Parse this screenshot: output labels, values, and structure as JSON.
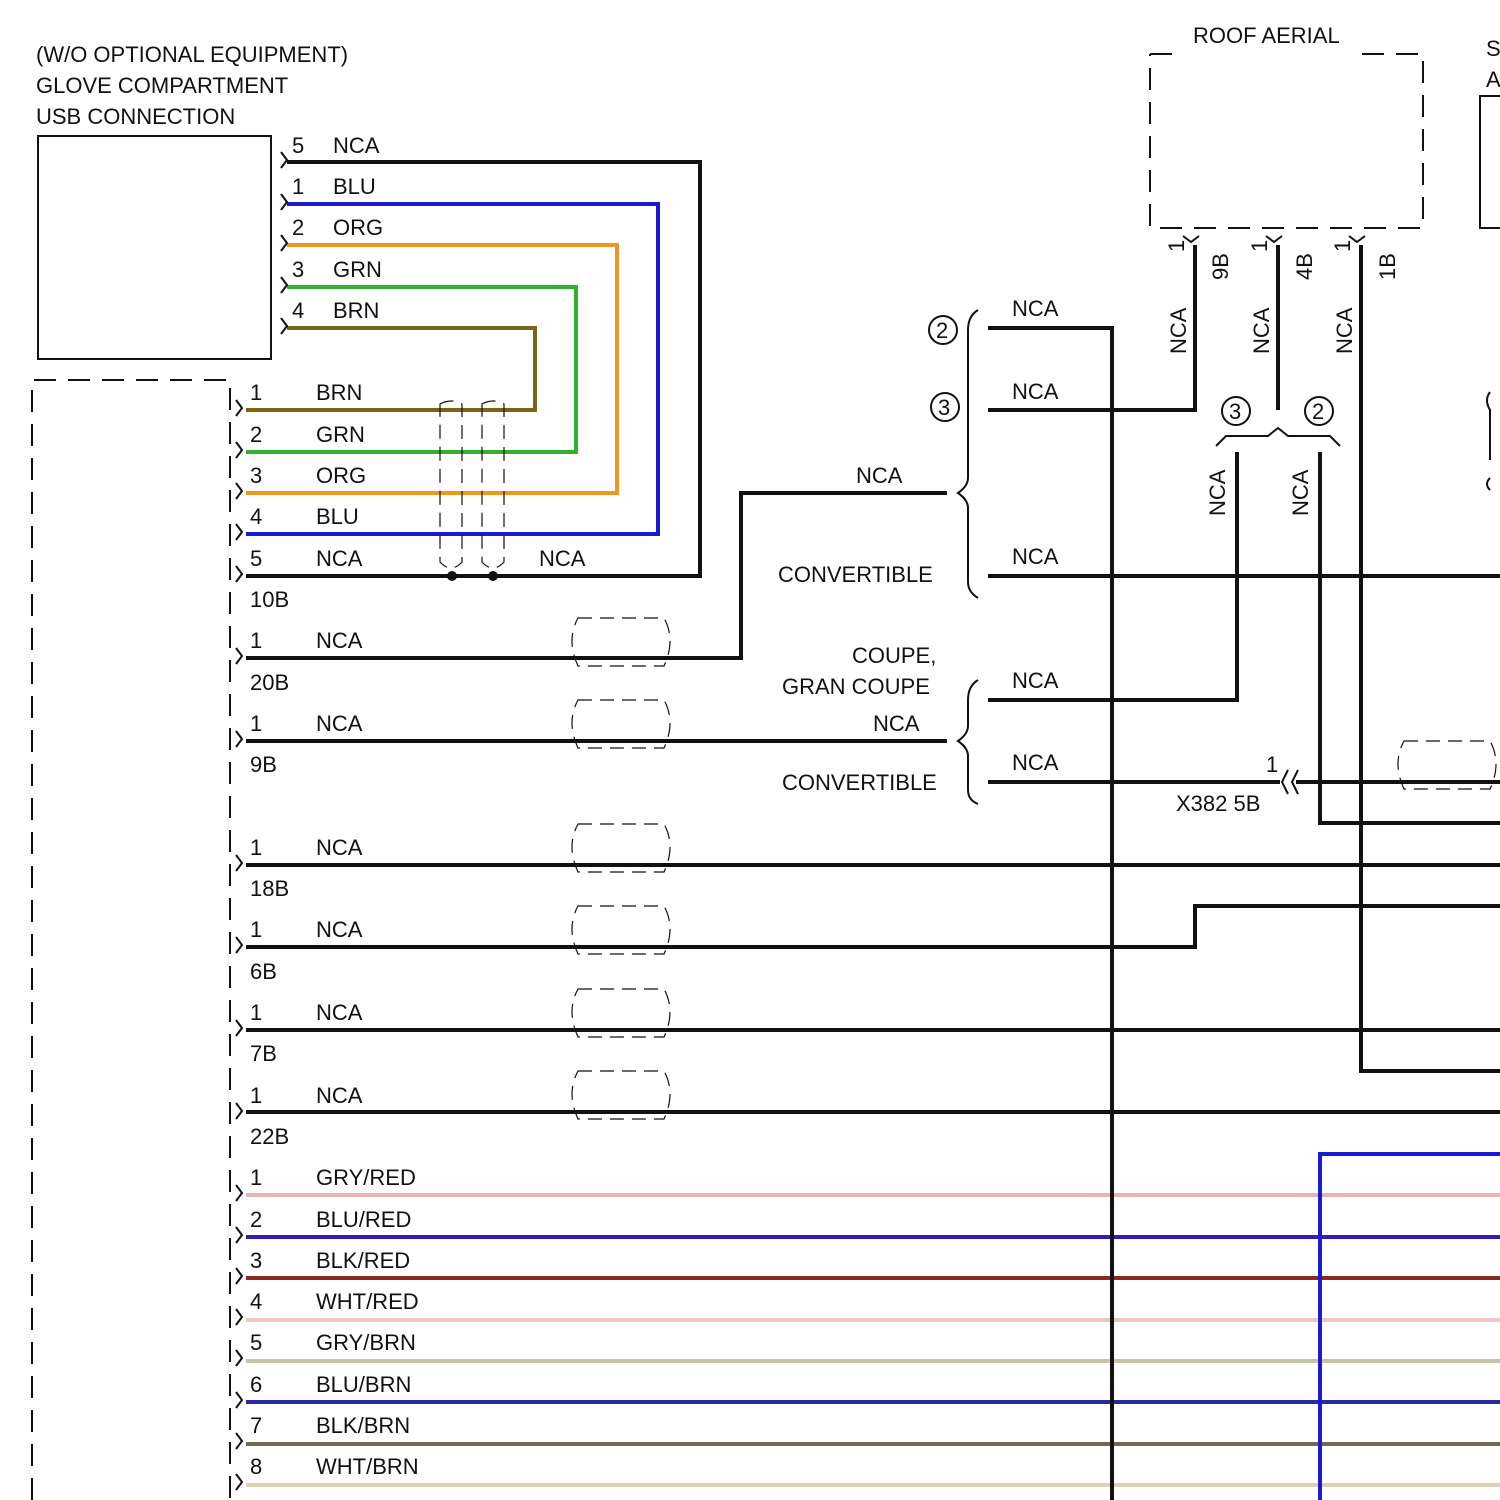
{
  "usb": {
    "line1": "(W/O OPTIONAL EQUIPMENT)",
    "line2": "GLOVE COMPARTMENT",
    "line3": "USB CONNECTION"
  },
  "roof_aerial": "ROOF AERIAL",
  "edge_labels": {
    "s": "S",
    "a": "A"
  },
  "colors": {
    "NCA": "#111111",
    "BLU": "#1a1ad6",
    "ORG": "#f0961e",
    "GRN": "#2fb02f",
    "BRN": "#7a6418",
    "GRY/RED": "#e8b4b0",
    "BLU/RED": "#3b1ab0",
    "BLK/RED": "#8c2a22",
    "WHT/RED": "#f2c6c2",
    "GRY/BRN": "#c8c2a8",
    "BLU/BRN": "#2a2aa0",
    "BLK/BRN": "#706a52",
    "WHT/BRN": "#d9d2b8"
  },
  "usb_pins": [
    {
      "pin": "5",
      "wire": "NCA"
    },
    {
      "pin": "1",
      "wire": "BLU"
    },
    {
      "pin": "2",
      "wire": "ORG"
    },
    {
      "pin": "3",
      "wire": "GRN"
    },
    {
      "pin": "4",
      "wire": "BRN"
    }
  ],
  "conn10b": {
    "name": "10B",
    "pins": [
      {
        "pin": "1",
        "wire": "BRN"
      },
      {
        "pin": "2",
        "wire": "GRN"
      },
      {
        "pin": "3",
        "wire": "ORG"
      },
      {
        "pin": "4",
        "wire": "BLU"
      },
      {
        "pin": "5",
        "wire": "NCA"
      }
    ]
  },
  "shield_wire_label": "NCA",
  "single_connectors": [
    {
      "pin": "1",
      "wire": "NCA",
      "name": "20B"
    },
    {
      "pin": "1",
      "wire": "NCA",
      "name": "9B"
    },
    {
      "pin": "1",
      "wire": "NCA",
      "name": "18B"
    },
    {
      "pin": "1",
      "wire": "NCA",
      "name": "6B"
    },
    {
      "pin": "1",
      "wire": "NCA",
      "name": "7B"
    },
    {
      "pin": "1",
      "wire": "NCA",
      "name": "22B"
    }
  ],
  "speaker_pins": [
    {
      "pin": "1",
      "wire": "GRY/RED"
    },
    {
      "pin": "2",
      "wire": "BLU/RED"
    },
    {
      "pin": "3",
      "wire": "BLK/RED"
    },
    {
      "pin": "4",
      "wire": "WHT/RED"
    },
    {
      "pin": "5",
      "wire": "GRY/BRN"
    },
    {
      "pin": "6",
      "wire": "BLU/BRN"
    },
    {
      "pin": "7",
      "wire": "BLK/BRN"
    },
    {
      "pin": "8",
      "wire": "WHT/BRN"
    }
  ],
  "splice_upper": {
    "input_wire": "NCA",
    "variant": "CONVERTIBLE",
    "branches": [
      {
        "marker": "2",
        "wire": "NCA"
      },
      {
        "marker": "3",
        "wire": "NCA"
      },
      {
        "marker": "",
        "wire": "NCA"
      }
    ]
  },
  "splice_lower": {
    "variant_top_1": "COUPE,",
    "variant_top_2": "GRAN COUPE",
    "input_wire": "NCA",
    "variant_bottom": "CONVERTIBLE",
    "branches": [
      {
        "wire": "NCA"
      },
      {
        "wire": "NCA"
      }
    ]
  },
  "aerial_pins": [
    {
      "pin": "1",
      "conn": "9B",
      "wire": "NCA"
    },
    {
      "pin": "1",
      "conn": "4B",
      "wire": "NCA"
    },
    {
      "pin": "1",
      "conn": "1B",
      "wire": "NCA"
    }
  ],
  "bus_markers": {
    "left": {
      "marker": "3",
      "wire": "NCA"
    },
    "right": {
      "marker": "2",
      "wire": "NCA"
    }
  },
  "x382": {
    "pin": "1",
    "name": "X382 5B"
  }
}
